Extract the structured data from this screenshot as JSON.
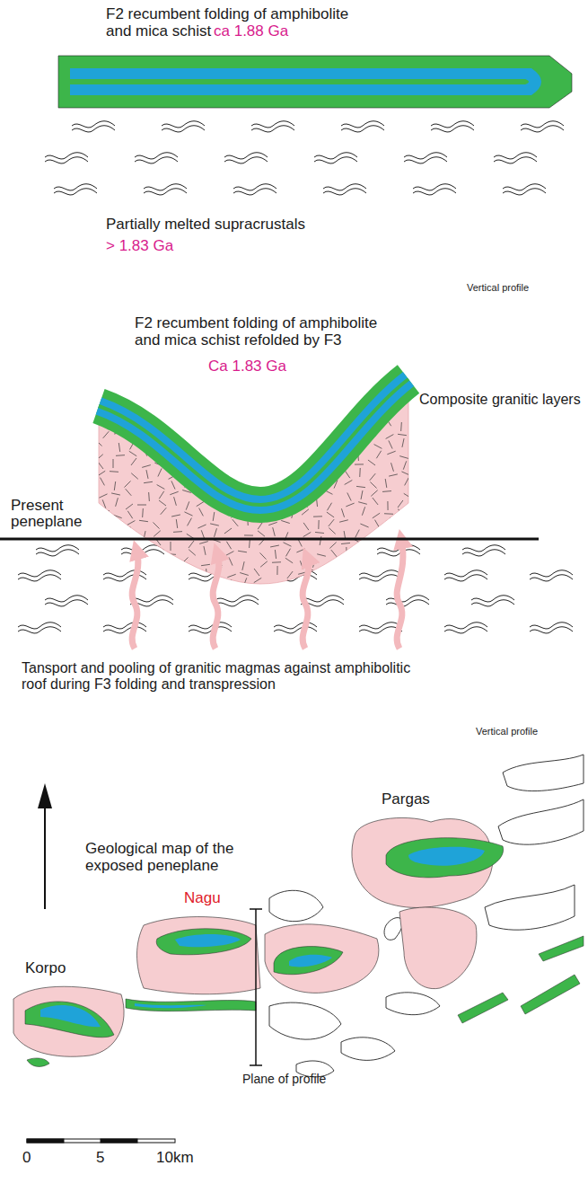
{
  "diagram": {
    "labels": [
      "F2 recumbent folding of amphibolite and mica schist",
      "ca 1.88 Ga",
      "Partially melted supracrustals",
      "> 1.83 Ga",
      "Vertical profile",
      "F2 recumbent folding of amphibolite and mica schist refolded by F3",
      "Ca 1.83 Ga",
      "Composite granitic layers",
      "Present peneplane",
      "Tansport and pooling of granitic magmas against amphibolitic roof during F3 folding and transpression",
      "Vertical profile",
      "Geological map of the exposed peneplane",
      "Pargas",
      "Nagu",
      "Korpo",
      "Plane of profile",
      "0",
      "5",
      "10km"
    ]
  }
}
